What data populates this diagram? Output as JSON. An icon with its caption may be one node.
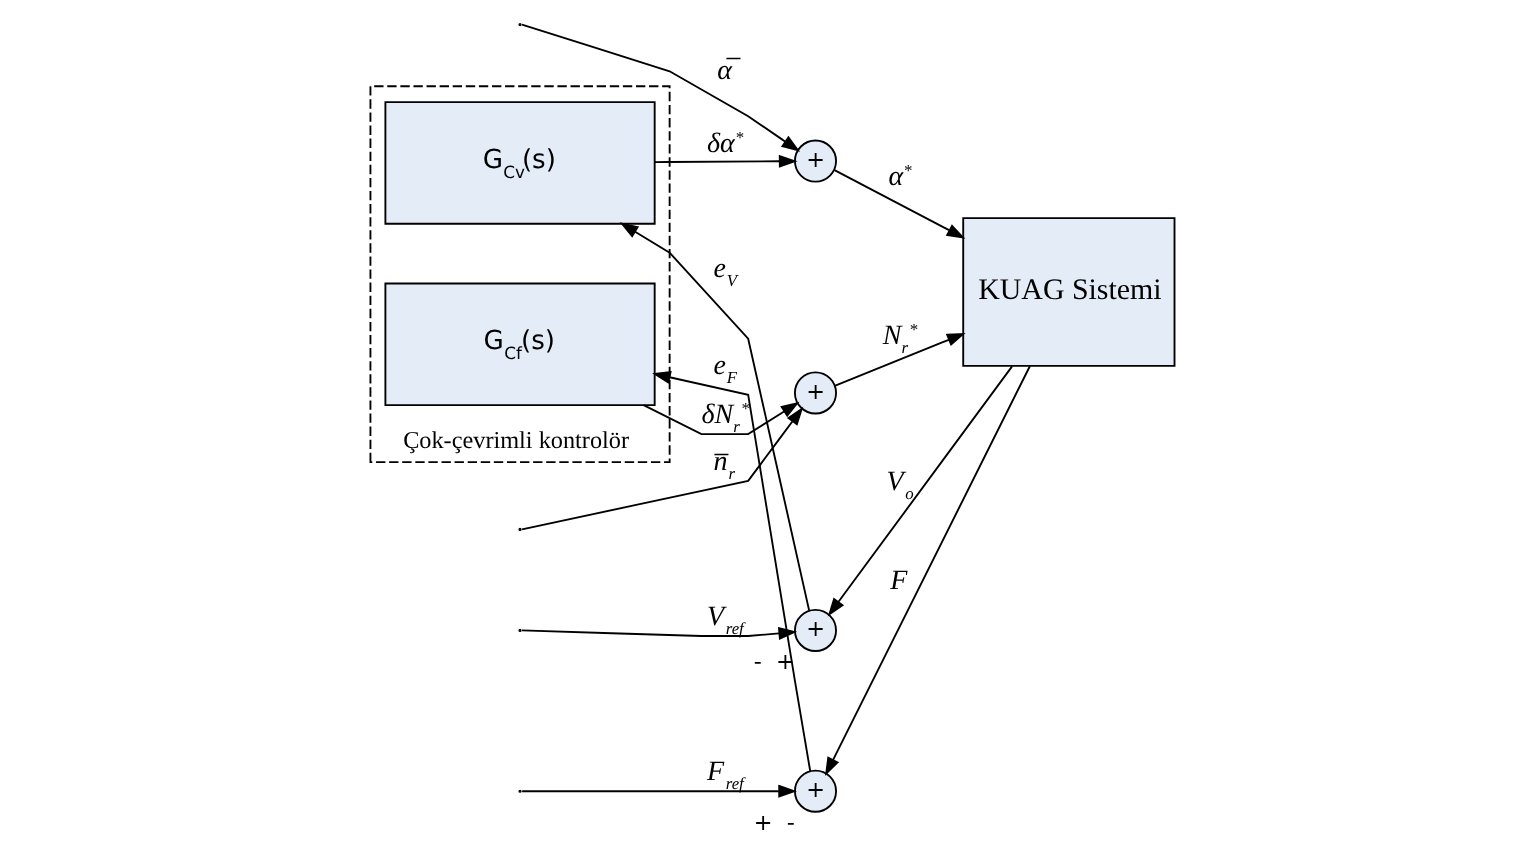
{
  "diagram": {
    "nodes": [
      {
        "text": [
          "Çok-çevrimli kontrolör"
        ]
      },
      {
        "text": [
          "G$_{Cv}$(s)"
        ],
        "in": 0
      },
      {
        "text": [
          "G$_{Cf}$(s)"
        ],
        "in": 0
      },
      {
        "text": [
          "+"
        ],
        "beside": [
          "-",
          "+"
        ]
      },
      {
        "text": [
          "+"
        ],
        "beside": [
          "+",
          "-"
        ]
      },
      {
        "text": [
          "+"
        ]
      },
      {
        "text": [
          "+"
        ]
      },
      {
        "text": [
          "KUAG Sistemi"
        ]
      }
    ],
    "edges": [
      {
        "from": null,
        "to": 3,
        "arrow": "to",
        "label": "V$_{ref}$"
      },
      {
        "from": 7,
        "to": 3,
        "arrow": "to",
        "label": "V$_{o}$"
      },
      {
        "from": 3,
        "to": 1,
        "arrow": "to",
        "label": "e$_{V}$"
      },
      {
        "from": 1,
        "to": 5,
        "arrow": "to",
        "label": "δα$^{*}$"
      },
      {
        "from": null,
        "to": 5,
        "arrow": "to",
        "label": "α̅"
      },
      {
        "from": 5,
        "to": 7,
        "arrow": "to",
        "label": "α$^{*}$"
      },
      {
        "from": null,
        "to": 6,
        "arrow": "to",
        "label": "n̅$_{r}$"
      },
      {
        "from": 6,
        "to": 7,
        "arrow": "to",
        "label": "N$_{r}$$^{*}$"
      },
      {
        "from": null,
        "to": 4,
        "arrow": "to",
        "label": "F$_{ref}$"
      },
      {
        "from": 7,
        "to": 4,
        "arrow": "to",
        "label": "F"
      },
      {
        "from": 4,
        "to": 2,
        "arrow": "to",
        "label": "e$_{F}$"
      },
      {
        "from": 2,
        "to": 6,
        "arrow": "to",
        "label": "δN$_{r}$$^{*}$"
      }
    ]
  }
}
